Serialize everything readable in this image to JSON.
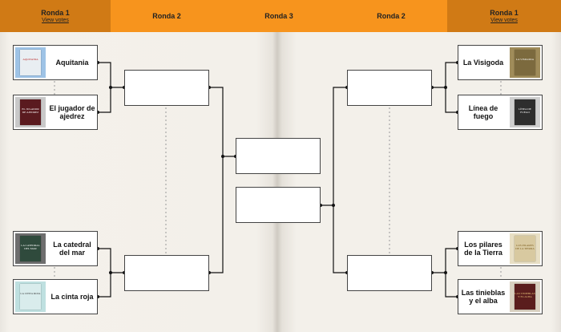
{
  "header": {
    "left_round1": {
      "title": "Ronda 1",
      "link": "View votes"
    },
    "left_round2": "Ronda 2",
    "round3": "Ronda 3",
    "right_round2": "Ronda 2",
    "right_round1": {
      "title": "Ronda 1",
      "link": "View votes"
    }
  },
  "colors": {
    "header": "#f7941d",
    "header_dark": "#d07a15",
    "paper": "#f3f0ea"
  },
  "left_books": [
    {
      "title": "Aquitania",
      "cover_color": "#8fb4d8",
      "cover_text": "AQUITANIA"
    },
    {
      "title": "El jugador de ajedrez",
      "cover_color": "#5a1a1f",
      "cover_text": "EL JUGADOR DE AJEDREZ"
    },
    {
      "title": "La catedral del mar",
      "cover_color": "#2f4a3c",
      "cover_text": "LA CATEDRAL DEL MAR"
    },
    {
      "title": "La cinta roja",
      "cover_color": "#bfe0e0",
      "cover_text": "LA CINTA ROJA"
    }
  ],
  "right_books": [
    {
      "title": "La Visigoda",
      "cover_color": "#a08c5a",
      "cover_text": "LA VISIGODA"
    },
    {
      "title": "Línea de fuego",
      "cover_color": "#3a3a3a",
      "cover_text": "LÍNEA DE FUEGO"
    },
    {
      "title": "Los pilares de la Tierra",
      "cover_color": "#d8c9a0",
      "cover_text": "LOS PILARES DE LA TIERRA"
    },
    {
      "title": "Las tinieblas y el alba",
      "cover_color": "#5a1d1d",
      "cover_text": "LAS TINIEBLAS Y EL ALBA"
    }
  ]
}
